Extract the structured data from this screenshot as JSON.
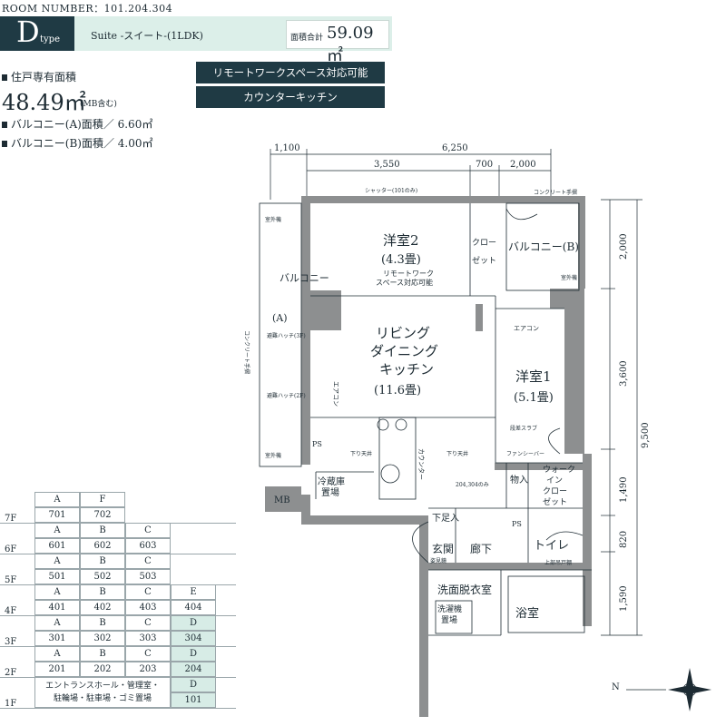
{
  "room_number": "ROOM NUMBER：101.204.304",
  "header": {
    "type_letter": "D",
    "type_word": "type",
    "suite": "Suite -スイート-(1LDK)",
    "total_area_label": "面積合計",
    "total_area_value": "59.09㎡"
  },
  "areas": {
    "exclusive_label": "住戸専有面積",
    "exclusive_value": "48.49㎡",
    "exclusive_note": "(MB含む)",
    "balcony_a": "バルコニー(A)面積／ 6.60㎡",
    "balcony_b": "バルコニー(B)面積／ 4.00㎡"
  },
  "features": [
    "リモートワークスペース対応可能",
    "カウンターキッチン"
  ],
  "dimensions": {
    "top1": [
      "1,100",
      "6,250"
    ],
    "top2": [
      "3,550",
      "700",
      "2,000"
    ],
    "right1": [
      "2,000",
      "3,600",
      "1,490",
      "820",
      "1,590"
    ],
    "right_total": "9,500"
  },
  "rooms": {
    "western2": "洋室2",
    "western2_size": "(4.3畳)",
    "western2_note1": "リモートワーク",
    "western2_note2": "スペース対応可能",
    "ldk1": "リビング",
    "ldk2": "ダイニング",
    "ldk3": "キッチン",
    "ldk_size": "(11.6畳)",
    "western1": "洋室1",
    "western1_size": "(5.1畳)",
    "balcony_b": "バルコニー(B)",
    "balcony_a1": "バルコニー",
    "balcony_a2": "(A)",
    "closet1": "クロー",
    "closet2": "ゼット",
    "wic1": "ウォーク",
    "wic2": "イン",
    "wic3": "クロー",
    "wic4": "ゼット",
    "storage": "物入",
    "entrance": "玄関",
    "shoebox": "下足入",
    "hallway": "廊下",
    "toilet": "トイレ",
    "washroom": "洗面脱衣室",
    "bathroom": "浴室",
    "fridge1": "冷蔵庫",
    "fridge2": "置場",
    "washer1": "洗濯機",
    "washer2": "置場",
    "mb": "MB",
    "ps1": "PS",
    "ps2": "PS",
    "counter": "カウンター",
    "aircon1": "エアコン",
    "aircon2": "エアコン",
    "shutter_top": "シャッター(101のみ)",
    "concrete_top": "コンクリート手摺",
    "concrete_left": "コンクリート手摺",
    "note_304": "204,304のみ",
    "note_shoes": "姿見鏡",
    "note_storage": "上部吊戸棚",
    "hatch1": "避難ハッチ(3F)",
    "hatch2": "避難ハッチ(2F)",
    "outdoor_unit1": "室外機",
    "outdoor_unit2": "室外機",
    "outdoor_unit3": "室外機",
    "step": "段差スラブ",
    "fan": "ファンシーバー",
    "downlight1": "下り天井",
    "downlight2": "下り天井"
  },
  "floor_table": {
    "floors": [
      {
        "label": "7F",
        "headers": [
          "A",
          "F"
        ],
        "numbers": [
          "701",
          "702"
        ]
      },
      {
        "label": "6F",
        "headers": [
          "A",
          "B",
          "C"
        ],
        "numbers": [
          "601",
          "602",
          "603"
        ]
      },
      {
        "label": "5F",
        "headers": [
          "A",
          "B",
          "C"
        ],
        "numbers": [
          "501",
          "502",
          "503"
        ]
      },
      {
        "label": "4F",
        "headers": [
          "A",
          "B",
          "C",
          "E"
        ],
        "numbers": [
          "401",
          "402",
          "403",
          "404"
        ]
      },
      {
        "label": "3F",
        "headers": [
          "A",
          "B",
          "C",
          "D"
        ],
        "numbers": [
          "301",
          "302",
          "303",
          "304"
        ]
      },
      {
        "label": "2F",
        "headers": [
          "A",
          "B",
          "C",
          "D"
        ],
        "numbers": [
          "201",
          "202",
          "203",
          "204"
        ]
      },
      {
        "label": "1F",
        "headers": [
          "D"
        ],
        "numbers": [
          "101"
        ]
      }
    ],
    "entrance_note1": "エントランスホール・管理室・",
    "entrance_note2": "駐輪場・駐車場・ゴミ置場",
    "highlight_color": "#d7ece6"
  },
  "compass": "N",
  "colors": {
    "accent": "#1f3a44",
    "header_bg": "#dcefe9"
  }
}
